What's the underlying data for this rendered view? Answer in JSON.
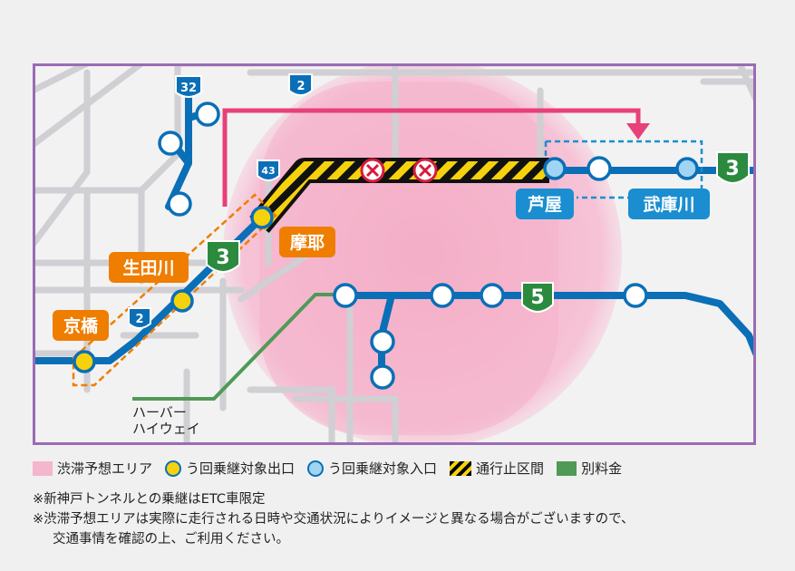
{
  "map": {
    "labels": {
      "kyobashi": "京橋",
      "ikutagawa": "生田川",
      "maya": "摩耶",
      "ashiya": "芦屋",
      "mukogawa": "武庫川",
      "harbor_line1": "ハーバー",
      "harbor_line2": "ハイウェイ"
    },
    "route_shields": {
      "r32": "32",
      "r2_top": "2",
      "r43": "43",
      "r2_mid": "2",
      "r3_green_left": "3",
      "r3_green_right": "3",
      "r5_green": "5"
    },
    "colors": {
      "expressway": "#0a6fb6",
      "detour_arrow": "#e8407a",
      "congestion_area": "#f4b6cc",
      "closed_section_stripe": "#f5d20b",
      "separate_fare": "#4f9a57",
      "exit_label": "#ef7d00",
      "entry_label": "#1a8ed0",
      "frame": "#9b6bb4"
    }
  },
  "legend": {
    "congestion": "渋滞予想エリア",
    "detour_exit": "う回乗継対象出口",
    "detour_entry": "う回乗継対象入口",
    "closed": "通行止区間",
    "separate_fare": "別料金"
  },
  "notes": {
    "line1": "※新神戸トンネルとの乗継はETC車限定",
    "line2": "※渋滞予想エリアは実際に走行される日時や交通状況によりイメージと異なる場合がございますので、",
    "line3": "交通事情を確認の上、ご利用ください。"
  }
}
